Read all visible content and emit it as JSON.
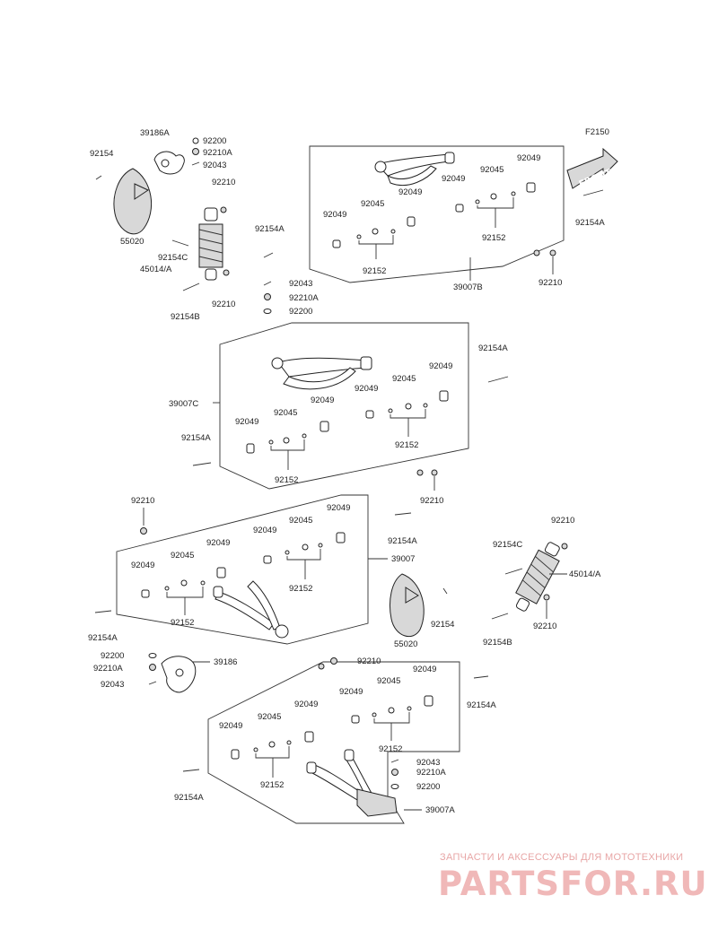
{
  "figure_code": "F2150",
  "front_sign": "FRONT",
  "labels": {
    "a39186A": "39186A",
    "a92200_top": "92200",
    "a92210A_top": "92210A",
    "a92043_top": "92043",
    "a92154_top": "92154",
    "a92210_top": "92210",
    "a55020_top": "55020",
    "a92154C_top": "92154C",
    "a45014A_top": "45014/A",
    "a92154B_top": "92154B",
    "a92210_top2": "92210",
    "a92154A_top": "92154A",
    "a92043_mid": "92043",
    "a92210A_mid": "92210A",
    "a92200_mid": "92200",
    "b92049_1": "92049",
    "b92045_1": "92045",
    "b92152_1": "92152",
    "b92049_2": "92049",
    "b92049_3": "92049",
    "b92045_2": "92045",
    "b92049_4": "92049",
    "b92152_2": "92152",
    "b39007B": "39007B",
    "b92210": "92210",
    "b92154A": "92154A",
    "c92154A_r": "92154A",
    "c92049_1": "92049",
    "c92045_1": "92045",
    "c92049_2": "92049",
    "c92049_3": "92049",
    "c92045_2": "92045",
    "c92049_4": "92049",
    "c39007C": "39007C",
    "c92152_1": "92152",
    "c92152_2": "92152",
    "c92154A_l": "92154A",
    "c92210": "92210",
    "d92210": "92210",
    "d92049_1": "92049",
    "d92049_2": "92049",
    "d92045_1": "92045",
    "d92049_3": "92049",
    "d92049_4": "92049",
    "d92045_2": "92045",
    "d39007": "39007",
    "d92152_1": "92152",
    "d92152_2": "92152",
    "d92154A": "92154A",
    "d92154A_l": "92154A",
    "e92210": "92210",
    "e92154C": "92154C",
    "e45014A": "45014/A",
    "e92154": "92154",
    "e55020": "55020",
    "e92154B": "92154B",
    "e92210_2": "92210",
    "f92200": "92200",
    "f92210A": "92210A",
    "f39186": "39186",
    "f92043": "92043",
    "g92210": "92210",
    "g92049_1": "92049",
    "g92045_1": "92045",
    "g92049_2": "92049",
    "g92154A": "92154A",
    "g92049_3": "92049",
    "g92045_2": "92045",
    "g92049_4": "92049",
    "g92152_1": "92152",
    "g92043": "92043",
    "g92210A": "92210A",
    "g92200": "92200",
    "g92152_2": "92152",
    "g92154A_l": "92154A",
    "g39007A": "39007A"
  },
  "watermark": {
    "top": "ЗАПЧАСТИ И АКСЕССУАРЫ ДЛЯ МОТОТЕХНИКИ",
    "brand": "PARTSFOR.RU"
  }
}
